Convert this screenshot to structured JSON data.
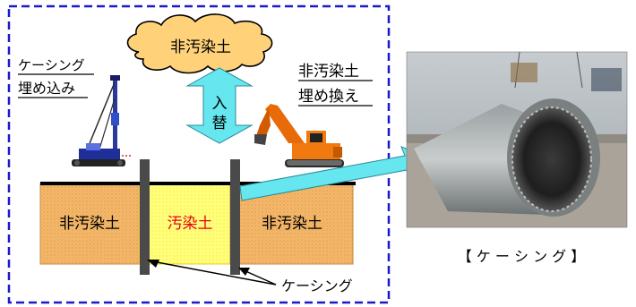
{
  "diagram": {
    "cloud_label": "非汚染土",
    "swap_arrow_label_1": "入",
    "swap_arrow_label_2": "替",
    "casing_embed_label_1": "ケーシング",
    "casing_embed_label_2": "埋め込み",
    "replace_label_1": "非汚染土",
    "replace_label_2": "埋め換え",
    "left_soil_label": "非汚染土",
    "contaminated_soil_label": "汚染土",
    "right_soil_label": "非汚染土",
    "casing_callout_label": "ケーシング",
    "photo_caption": "【 ケ ー シ ン グ 】"
  },
  "colors": {
    "frame_dash": "#1a1acc",
    "soil_orange": "#f5b86a",
    "contaminated_yellow": "#ffff7a",
    "contaminated_text": "#e8001c",
    "arrow_cyan": "#66e6ee",
    "casing_gray": "#4a4a4a",
    "ground_line": "#000000"
  },
  "icons": [
    "pile-driver-icon",
    "excavator-icon",
    "casing-photo"
  ]
}
